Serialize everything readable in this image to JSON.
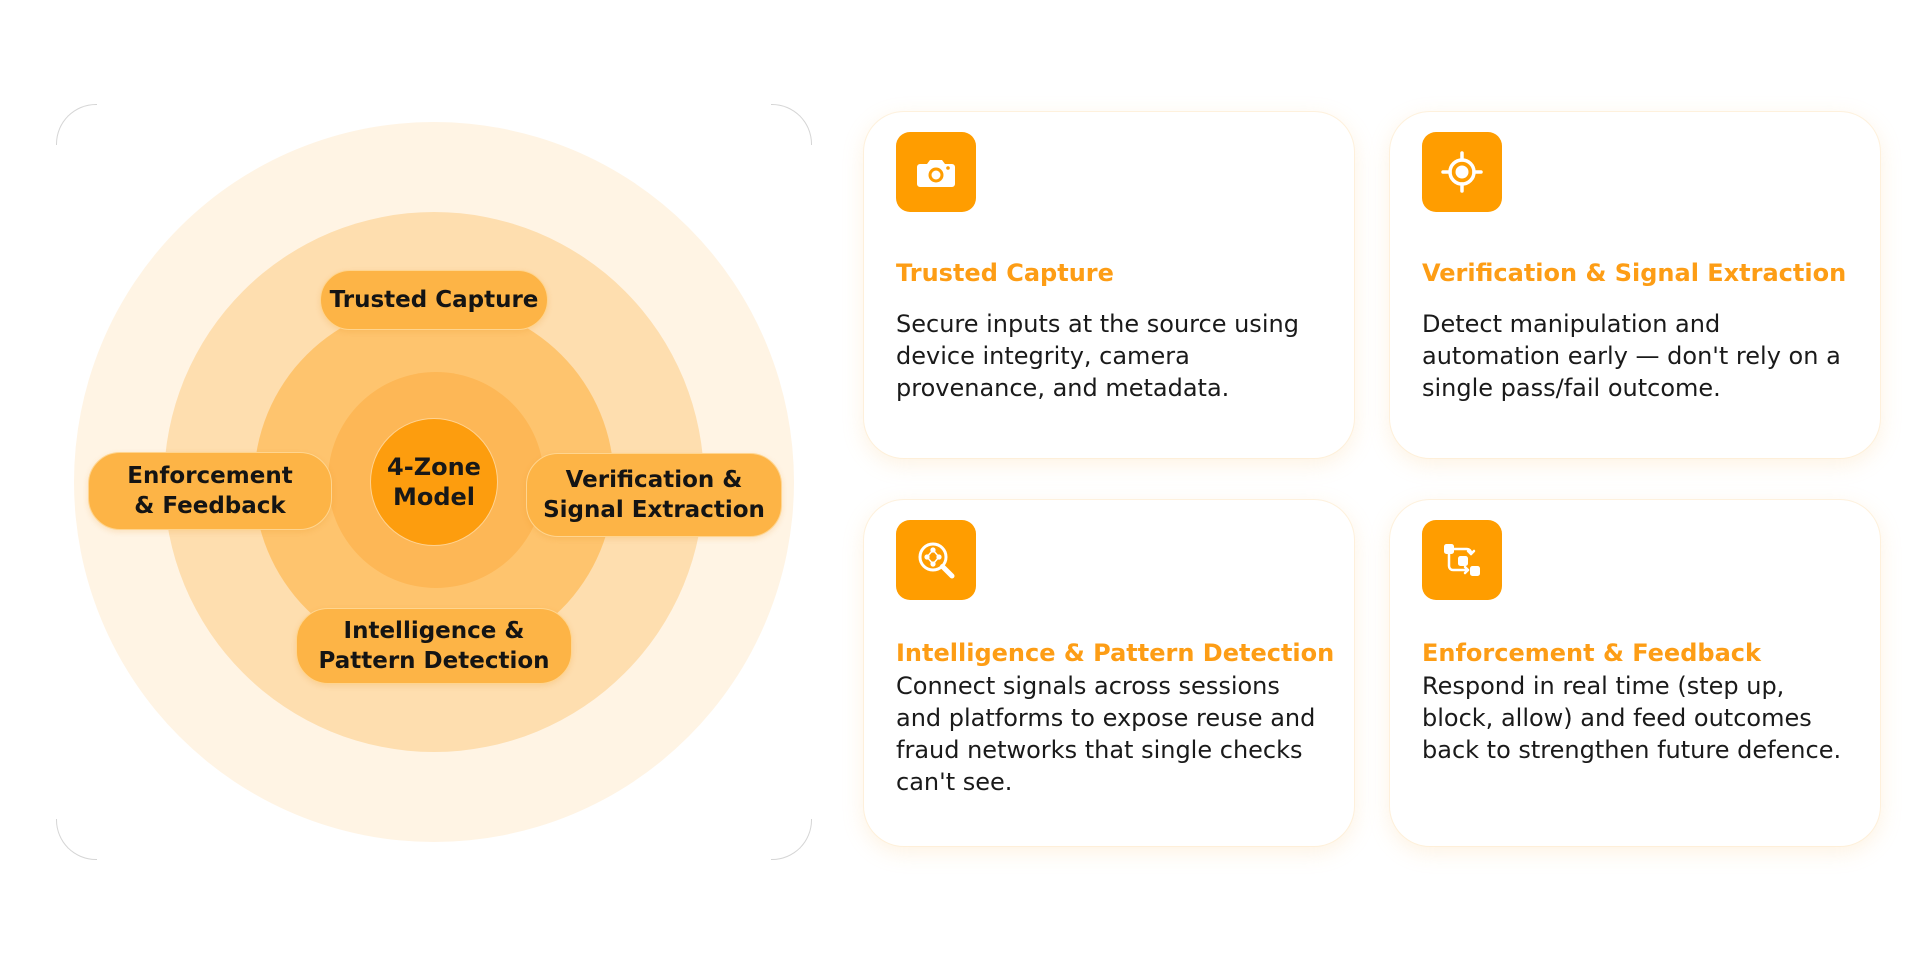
{
  "diagram": {
    "core": {
      "line1": "4-Zone",
      "line2": "Model"
    },
    "zones": {
      "capture": {
        "line1": "Trusted Capture"
      },
      "verification": {
        "line1": "Verification &",
        "line2": "Signal Extraction"
      },
      "enforcement": {
        "line1": "Enforcement",
        "line2": "& Feedback"
      },
      "intelligence": {
        "line1": "Intelligence &",
        "line2": "Pattern Detection"
      }
    },
    "colors": {
      "ring_outer": "#fff4e4",
      "ring_second": "#fedeaf",
      "ring_third": "#fec46e",
      "ring_inner": "#fdb756",
      "core": "#fd9d0e",
      "pill": "#fdb446"
    }
  },
  "cards": [
    {
      "icon": "camera-icon",
      "title": "Trusted Capture",
      "body": "Secure inputs at the source using device integrity, camera provenance, and metadata."
    },
    {
      "icon": "crosshair-target-icon",
      "title": "Verification & Signal Extraction",
      "body": "Detect manipulation and automation early — don't rely on a single pass/fail outcome."
    },
    {
      "icon": "network-magnifier-icon",
      "title": "Intelligence & Pattern Detection",
      "body": "Connect signals across sessions and platforms to expose reuse and fraud networks that single checks can't see."
    },
    {
      "icon": "flow-nodes-icon",
      "title": "Enforcement & Feedback",
      "body": "Respond in real time (step up, block, allow) and feed outcomes back to strengthen future defence."
    }
  ],
  "colors": {
    "accent": "#ff9d00",
    "title": "#fd9d15",
    "text": "#1a1a1a"
  }
}
